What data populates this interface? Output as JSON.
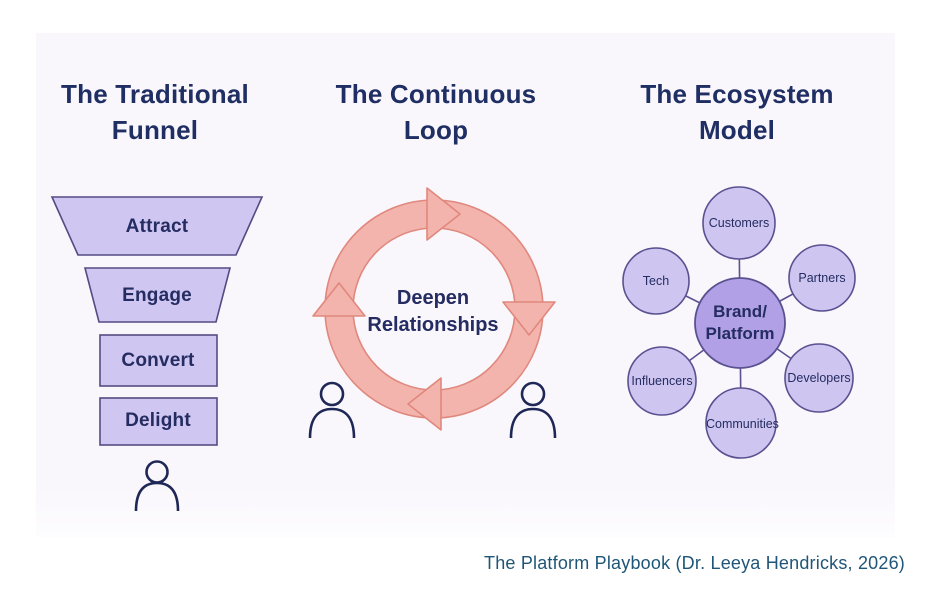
{
  "slide": {
    "footer": "The Platform Playbook (Dr. Leeya Hendricks, 2026)"
  },
  "colors": {
    "title": "#1f2e63",
    "label": "#242c61",
    "funnel_fill": "#cfc6f1",
    "funnel_border": "#554b83",
    "loop_fill": "#f3b4ad",
    "loop_border": "#e0887d",
    "node_fill": "#cec6f1",
    "node_border": "#5a5190",
    "hub_fill": "#b1a0e6",
    "person": "#1f2756",
    "footer": "#1f5578",
    "slide_bg": "#f9f7fc"
  },
  "funnel": {
    "title": "The Traditional Funnel",
    "stages": [
      "Attract",
      "Engage",
      "Convert",
      "Delight"
    ]
  },
  "loop": {
    "title": "The Continuous Loop",
    "center_label": "Deepen Relationships"
  },
  "ecosystem": {
    "title": "The Ecosystem Model",
    "hub_line1": "Brand/",
    "hub_line2": "Platform",
    "nodes": [
      "Customers",
      "Partners",
      "Developers",
      "Communities",
      "Influencers",
      "Tech"
    ]
  }
}
